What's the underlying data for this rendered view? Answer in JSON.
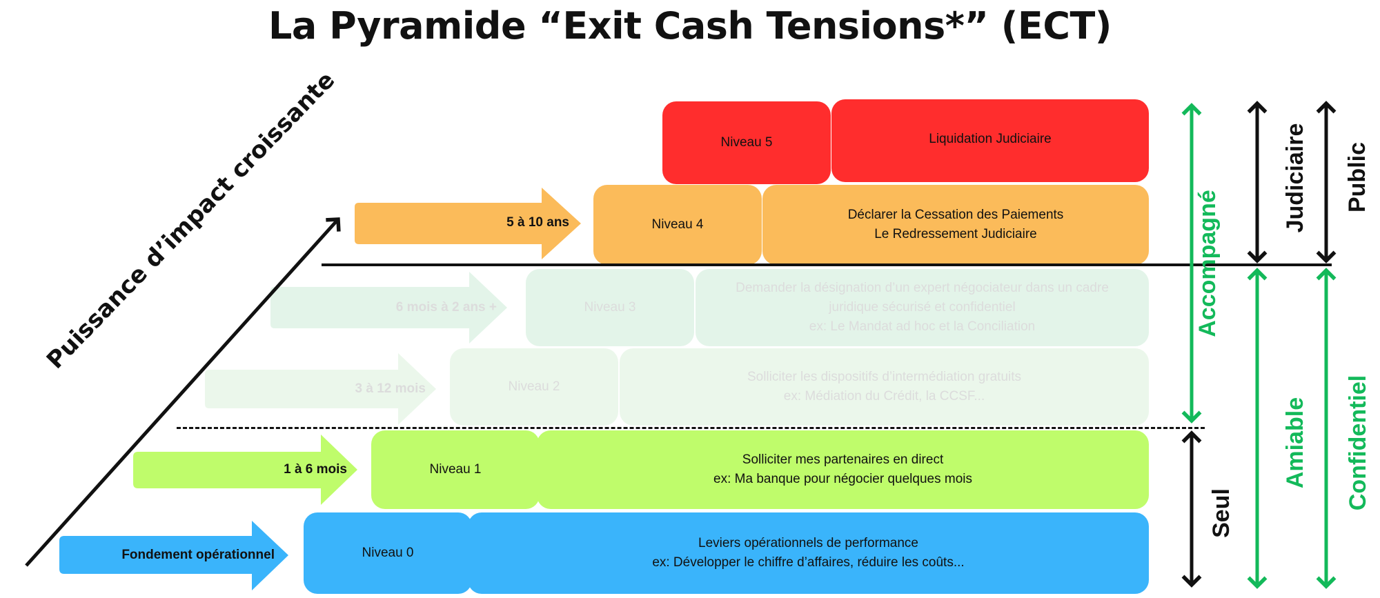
{
  "title": "La Pyramide “Exit Cash Tensions*” (ECT)",
  "diagonal_label": "Puissance d’impact croissante",
  "levels": [
    {
      "name": "Niveau 5",
      "desc_line1": "Liquidation Judiciaire",
      "desc_line2": "",
      "desc_line3": "",
      "duration": "",
      "color": "#ff2d2d"
    },
    {
      "name": "Niveau 4",
      "desc_line1": "Déclarer la Cessation des Paiements",
      "desc_line2": "Le Redressement Judiciaire",
      "desc_line3": "",
      "duration": "5 à 10 ans",
      "color": "#fbbb5a"
    },
    {
      "name": "Niveau 3",
      "desc_line1": "Demander la désignation d’un expert négociateur dans un cadre",
      "desc_line2": "juridique sécurisé et confidentiel",
      "desc_line3": "ex: Le Mandat ad hoc et la Conciliation",
      "duration": "6 mois à 2 ans +",
      "color": "#b8e6c4"
    },
    {
      "name": "Niveau 2",
      "desc_line1": "Solliciter les dispositifs d’intermédiation gratuits",
      "desc_line2": "ex: Médiation du Crédit, la CCSF...",
      "desc_line3": "",
      "duration": "3 à 12 mois",
      "color": "#c8ecb0"
    },
    {
      "name": "Niveau 1",
      "desc_line1": "Solliciter mes partenaires en direct",
      "desc_line2": "ex: Ma banque pour négocier quelques mois",
      "desc_line3": "",
      "duration": "1 à 6 mois",
      "color": "#bffc6b"
    },
    {
      "name": "Niveau 0",
      "desc_line1": "Leviers opérationnels de performance",
      "desc_line2": "ex: Développer le chiffre d’affaires, réduire les coûts...",
      "desc_line3": "",
      "duration": "Fondement opérationnel",
      "color": "#3ab4fb"
    }
  ],
  "side_labels": {
    "accompagne": "Accompagné",
    "seul": "Seul",
    "judiciaire": "Judiciaire",
    "amiable": "Amiable",
    "public": "Public",
    "confidentiel": "Confidentiel"
  },
  "colors": {
    "green": "#13b95a",
    "black": "#111111"
  }
}
